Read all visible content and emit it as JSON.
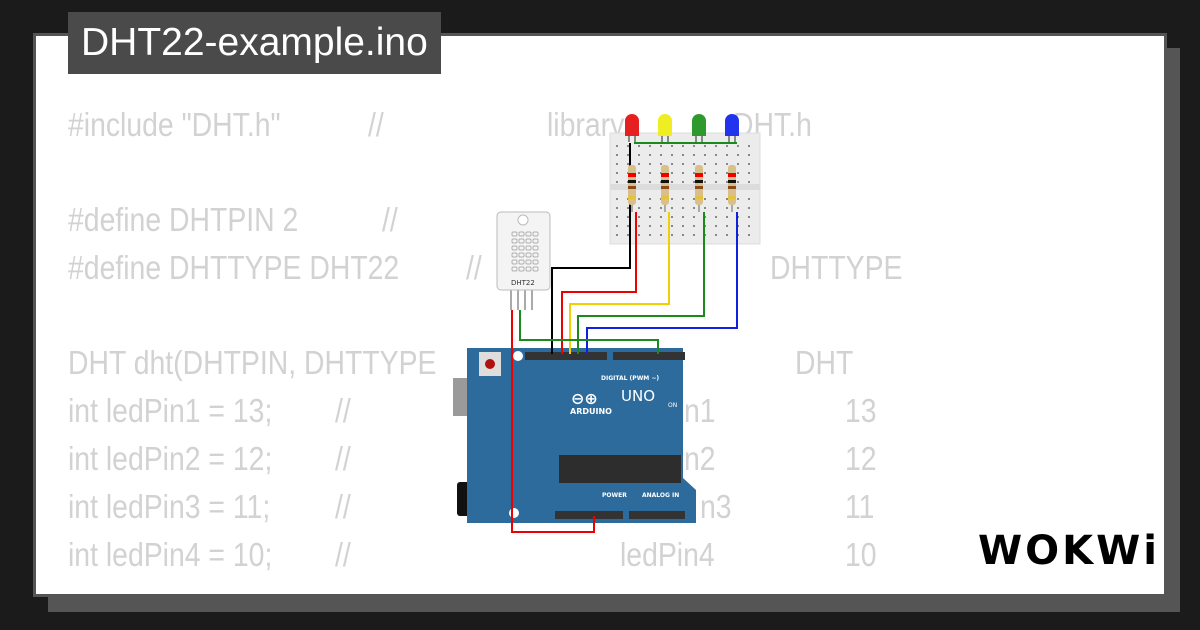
{
  "title": "DHT22-example.ino",
  "code_fragments": {
    "l1a": "#include \"DHT.h\"",
    "l1b": "//",
    "l1c": "library",
    "l1d": "DHT.h",
    "l2a": "#define DHTPIN 2",
    "l2b": "//",
    "l3a": "#define DHTTYPE DHT22",
    "l3b": "//",
    "l3c": "DHTTYPE",
    "l4a": "DHT dht(DHTPIN, DHTTYPE",
    "l4b": "DHT",
    "l5a": "int ledPin1 = 13;",
    "l5b": "//",
    "l5c": "n1",
    "l5d": "13",
    "l6a": "int ledPin2 = 12;",
    "l6b": "//",
    "l6c": "n2",
    "l6d": "12",
    "l7a": "int ledPin3 = 11;",
    "l7b": "//",
    "l7c": "n3",
    "l7d": "11",
    "l8a": "int ledPin4 = 10;",
    "l8b": "//",
    "l8c": "ledPin4",
    "l8d": "10"
  },
  "circuit": {
    "sensor_label": "DHT22",
    "board_brand": "ARDUINO",
    "board_model": "UNO",
    "digital_label": "DIGITAL (PWM ~)",
    "power_label": "POWER",
    "analog_label": "ANALOG IN",
    "on_label": "ON",
    "led_colors": [
      "#e52020",
      "#eeee22",
      "#2e9a2e",
      "#2233ee"
    ],
    "board_color": "#2d6b9c"
  },
  "logo": "WOKWi"
}
